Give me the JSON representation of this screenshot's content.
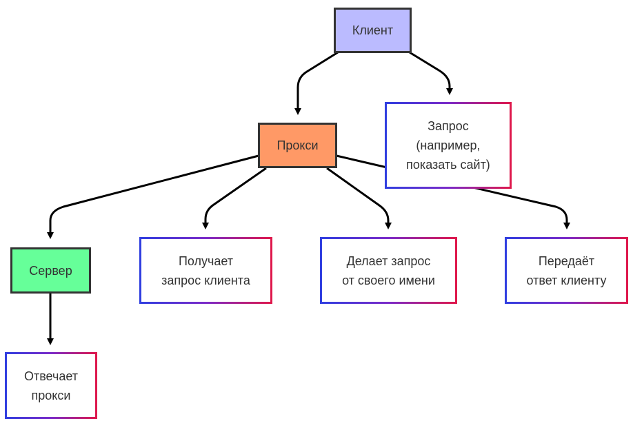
{
  "nodes": {
    "client": {
      "label": "Клиент",
      "fill": "#bbbbff"
    },
    "proxy": {
      "label": "Прокси",
      "fill": "#ff9966"
    },
    "request": {
      "label": "Запрос\n(например,\nпоказать сайт)"
    },
    "server": {
      "label": "Сервер",
      "fill": "#66ff99"
    },
    "receives": {
      "label": "Получает\nзапрос клиента"
    },
    "makes_request": {
      "label": "Делает запрос\nот своего имени"
    },
    "passes_response": {
      "label": "Передаёт\nответ клиенту"
    },
    "responds": {
      "label": "Отвечает\nпрокси"
    }
  },
  "edges": [
    {
      "from": "client",
      "to": "proxy"
    },
    {
      "from": "client",
      "to": "request"
    },
    {
      "from": "proxy",
      "to": "server"
    },
    {
      "from": "proxy",
      "to": "receives"
    },
    {
      "from": "proxy",
      "to": "makes_request"
    },
    {
      "from": "proxy",
      "to": "passes_response"
    },
    {
      "from": "server",
      "to": "responds"
    }
  ],
  "colors": {
    "edge": "#000000",
    "border": "#333333",
    "gradient_start": "#2f3fe0",
    "gradient_end": "#e0184a"
  }
}
